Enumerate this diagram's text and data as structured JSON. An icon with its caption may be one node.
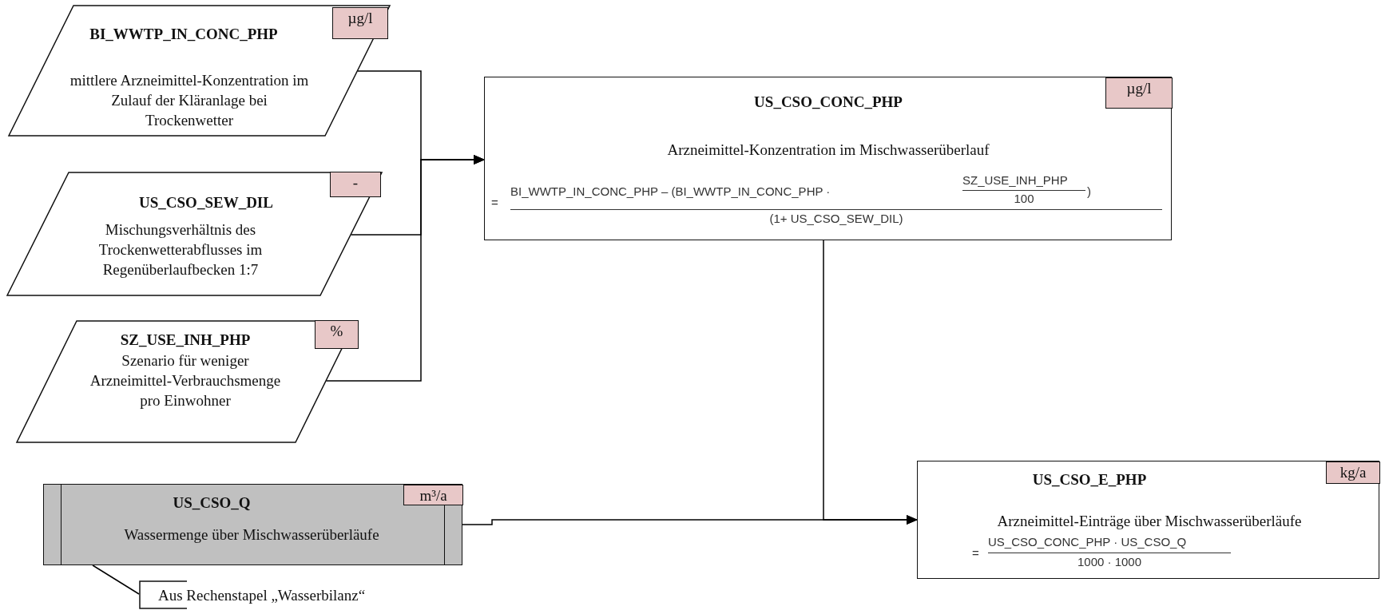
{
  "diagram": {
    "nodes": [
      {
        "text": [
          "BI_WWTP_IN_CONC_PHP",
          "mittlere Arzneimittel-Konzentration im Zulauf der Kläranlage bei Trockenwetter"
        ]
      },
      {
        "text": [
          "µg/l"
        ],
        "in": 0
      },
      {
        "text": [
          "US_CSO_SEW_DIL",
          "Mischungsverhältnis des Trockenwetterabflusses im Regenüberlaufbecken 1:7"
        ]
      },
      {
        "text": [
          "-"
        ],
        "in": 2
      },
      {
        "text": [
          "SZ_USE_INH_PHP",
          "Szenario für weniger Arzneimittel-Verbrauchsmenge pro Einwohner"
        ]
      },
      {
        "text": [
          "%"
        ],
        "in": 4
      },
      {
        "text": [
          "US_CSO_CONC_PHP",
          "Arzneimittel-Konzentration im Mischwasserüberlauf",
          "=",
          "BI_WWTP_IN_CONC_PHP – (BI_WWTP_IN_CONC_PHP ·",
          "SZ_USE_INH_PHP",
          "100",
          ")",
          "(1+ US_CSO_SEW_DIL)"
        ]
      },
      {
        "text": [
          "µg/l"
        ],
        "in": 6
      },
      {
        "text": [
          "US_CSO_Q",
          "Wassermenge über Mischwasserüberläufe"
        ]
      },
      {
        "text": [
          "m³/a"
        ],
        "in": 8
      },
      {
        "text": [
          "Aus Rechenstapel „Wasserbilanz“"
        ]
      },
      {
        "text": [
          "US_CSO_E_PHP",
          "Arzneimittel-Einträge über Mischwasserüberläufe",
          "=",
          "US_CSO_CONC_PHP · US_CSO_Q",
          "1000 · 1000"
        ]
      },
      {
        "text": [
          "kg/a"
        ],
        "in": 11
      }
    ],
    "edges": [
      {
        "from": 0,
        "to": 6,
        "arrow": "to"
      },
      {
        "from": 2,
        "to": 6,
        "arrow": "to"
      },
      {
        "from": 4,
        "to": 6,
        "arrow": "to"
      },
      {
        "from": 6,
        "to": 11,
        "arrow": "to"
      },
      {
        "from": 8,
        "to": 11,
        "arrow": "to"
      },
      {
        "from": 10,
        "to": 8,
        "arrow": "none"
      }
    ]
  }
}
